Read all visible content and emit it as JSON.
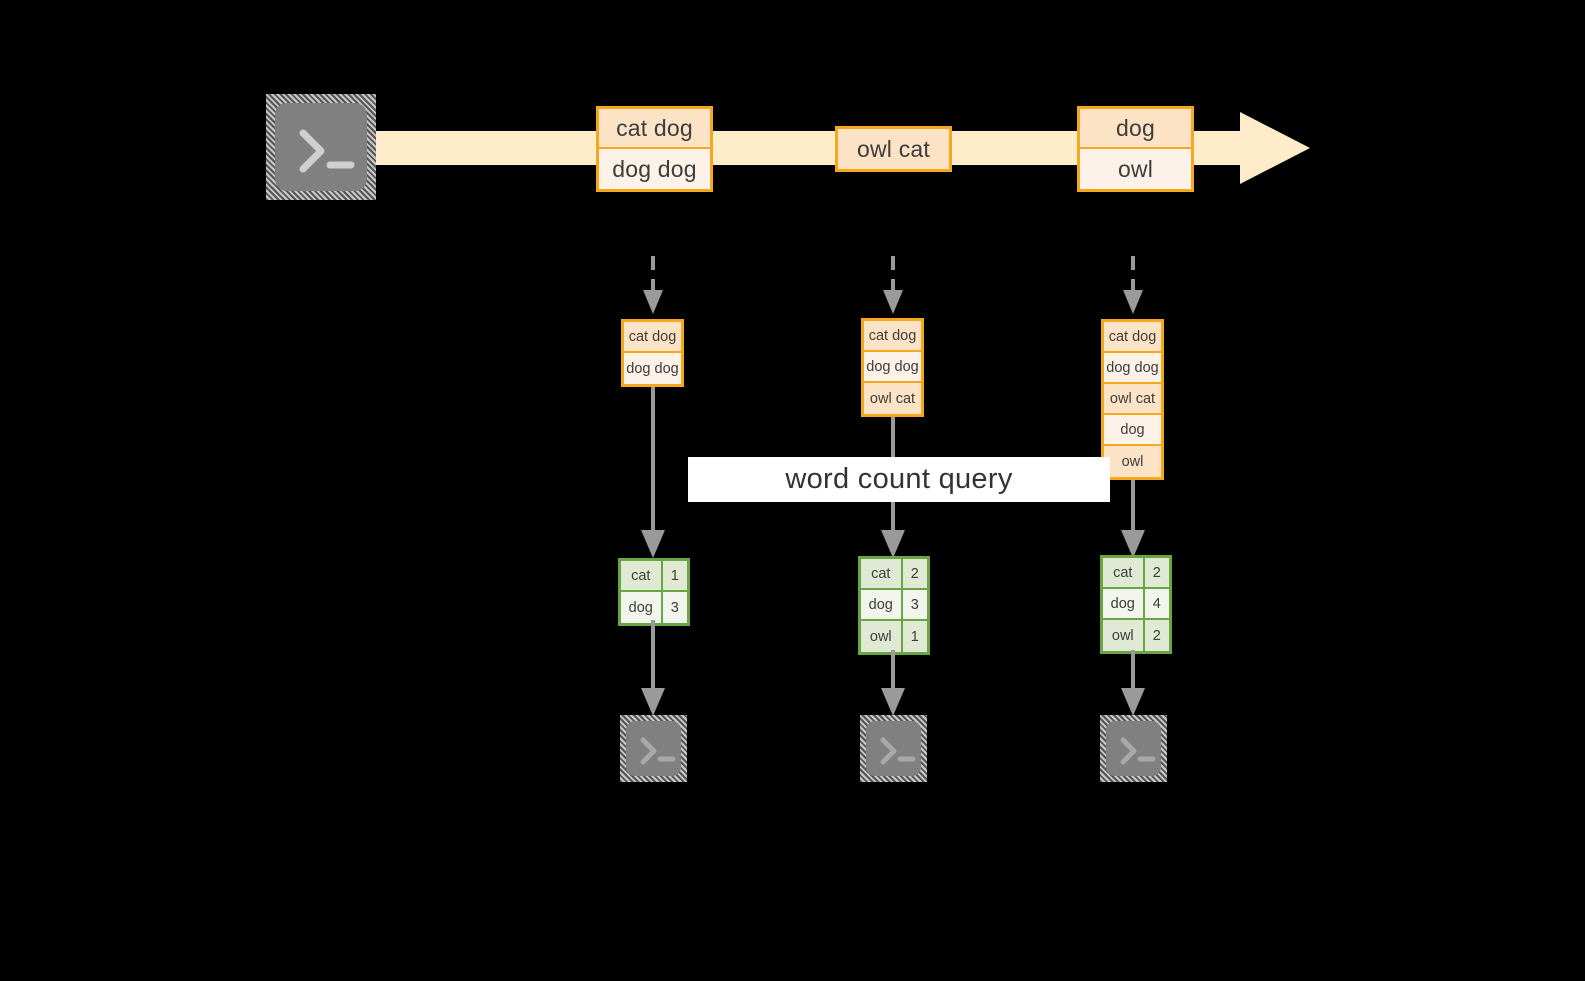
{
  "diagram": {
    "background_color": "#000000",
    "accent_orange": "#f5a81c",
    "accent_green": "#6aa544",
    "accent_cream": "#ffeccb",
    "accent_grey": "#9a9a9a",
    "source_icon": "terminal-icon",
    "sink_icon": "terminal-icon",
    "query_label": "word count query"
  },
  "timeline": {
    "arrow_name": "event-stream-arrow",
    "batches": [
      {
        "name": "stream-batch-1",
        "lines": [
          {
            "text": "cat dog",
            "shade": "dark"
          },
          {
            "text": "dog dog",
            "shade": "light"
          }
        ]
      },
      {
        "name": "stream-batch-2",
        "lines": [
          {
            "text": "owl cat",
            "shade": "dark"
          }
        ]
      },
      {
        "name": "stream-batch-3",
        "lines": [
          {
            "text": "dog",
            "shade": "dark"
          },
          {
            "text": "owl",
            "shade": "light"
          }
        ]
      }
    ]
  },
  "columns": [
    {
      "name": "trigger-1",
      "input_table": {
        "name": "input-table-1",
        "rows": [
          {
            "text": "cat dog",
            "shade": "dark"
          },
          {
            "text": "dog dog",
            "shade": "light"
          }
        ]
      },
      "result_table": {
        "name": "result-table-1",
        "rows": [
          {
            "word": "cat",
            "count": "1",
            "shade": "dark"
          },
          {
            "word": "dog",
            "count": "3",
            "shade": "light"
          }
        ]
      }
    },
    {
      "name": "trigger-2",
      "input_table": {
        "name": "input-table-2",
        "rows": [
          {
            "text": "cat dog",
            "shade": "dark"
          },
          {
            "text": "dog dog",
            "shade": "light"
          },
          {
            "text": "owl cat",
            "shade": "dark"
          }
        ]
      },
      "result_table": {
        "name": "result-table-2",
        "rows": [
          {
            "word": "cat",
            "count": "2",
            "shade": "dark"
          },
          {
            "word": "dog",
            "count": "3",
            "shade": "light"
          },
          {
            "word": "owl",
            "count": "1",
            "shade": "dark"
          }
        ]
      }
    },
    {
      "name": "trigger-3",
      "input_table": {
        "name": "input-table-3",
        "rows": [
          {
            "text": "cat dog",
            "shade": "dark"
          },
          {
            "text": "dog dog",
            "shade": "light"
          },
          {
            "text": "owl cat",
            "shade": "dark"
          },
          {
            "text": "dog",
            "shade": "light"
          },
          {
            "text": "owl",
            "shade": "dark"
          }
        ]
      },
      "result_table": {
        "name": "result-table-3",
        "rows": [
          {
            "word": "cat",
            "count": "2",
            "shade": "dark"
          },
          {
            "word": "dog",
            "count": "4",
            "shade": "light"
          },
          {
            "word": "owl",
            "count": "2",
            "shade": "dark"
          }
        ]
      }
    }
  ]
}
